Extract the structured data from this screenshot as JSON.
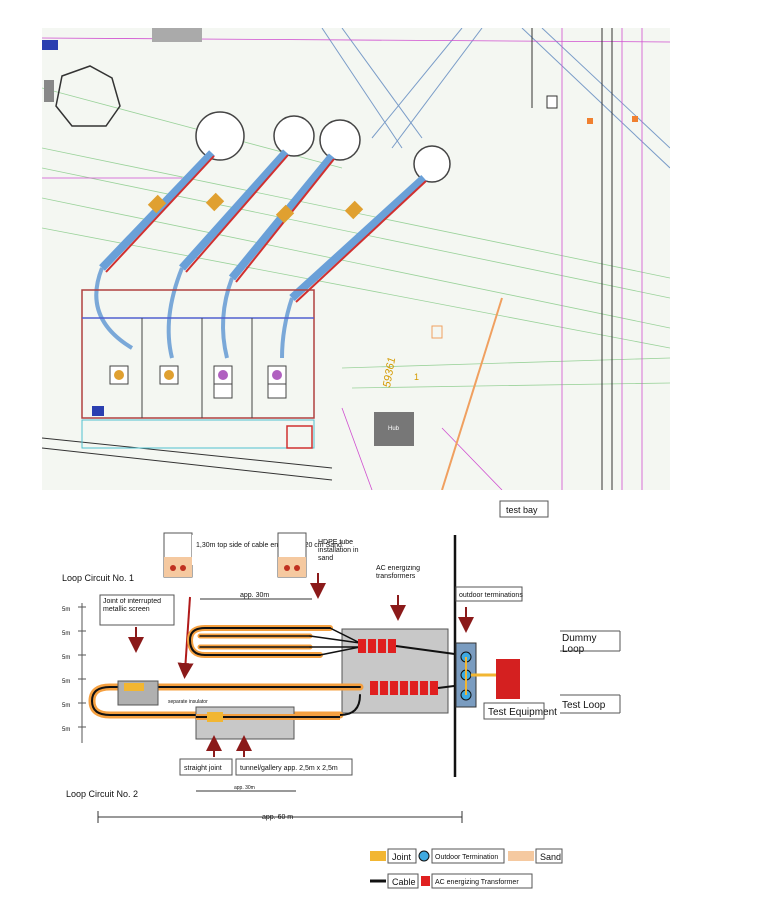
{
  "plan": {
    "site_label": "59361",
    "site_sub": "1",
    "building_label": "Hub"
  },
  "schematic": {
    "test_bay": "test bay",
    "loop1": "Loop Circuit No. 1",
    "loop2": "Loop Circuit No. 2",
    "callout_endbox": "1,30m top side of cable endbox by 20 cm Sand",
    "callout_hdpe": "HDPE tube installation in sand",
    "callout_ac": "AC energizing transformers",
    "callout_outdoor": "outdoor terminations",
    "callout_joint": "Joint of interrupted metallic screen",
    "callout_insulator": "separate insulator",
    "label_dummy": "Dummy Loop",
    "label_test_loop": "Test Loop",
    "label_test_equipment": "Test Equipment",
    "label_straight_joint": "straight joint",
    "label_tunnel": "tunnel/gallery app. 2,5m x 2,5m",
    "dim_30_top": "app. 30m",
    "dim_30_bottom": "app. 30m",
    "dim_60": "app. 60 m",
    "row_labels": [
      "5m",
      "5m",
      "5m",
      "5m",
      "5m",
      "5m"
    ]
  },
  "legend": {
    "joint": "Joint",
    "outdoor_termination": "Outdoor Termination",
    "sand": "Sand",
    "cable": "Cable",
    "ac_transformer": "AC energizing Transformer"
  },
  "colors": {
    "joint": "#f2b632",
    "termination": "#3fa9e0",
    "transformer": "#e02020",
    "sand": "#f5c9a0",
    "arrow": "#8b1a1a"
  }
}
